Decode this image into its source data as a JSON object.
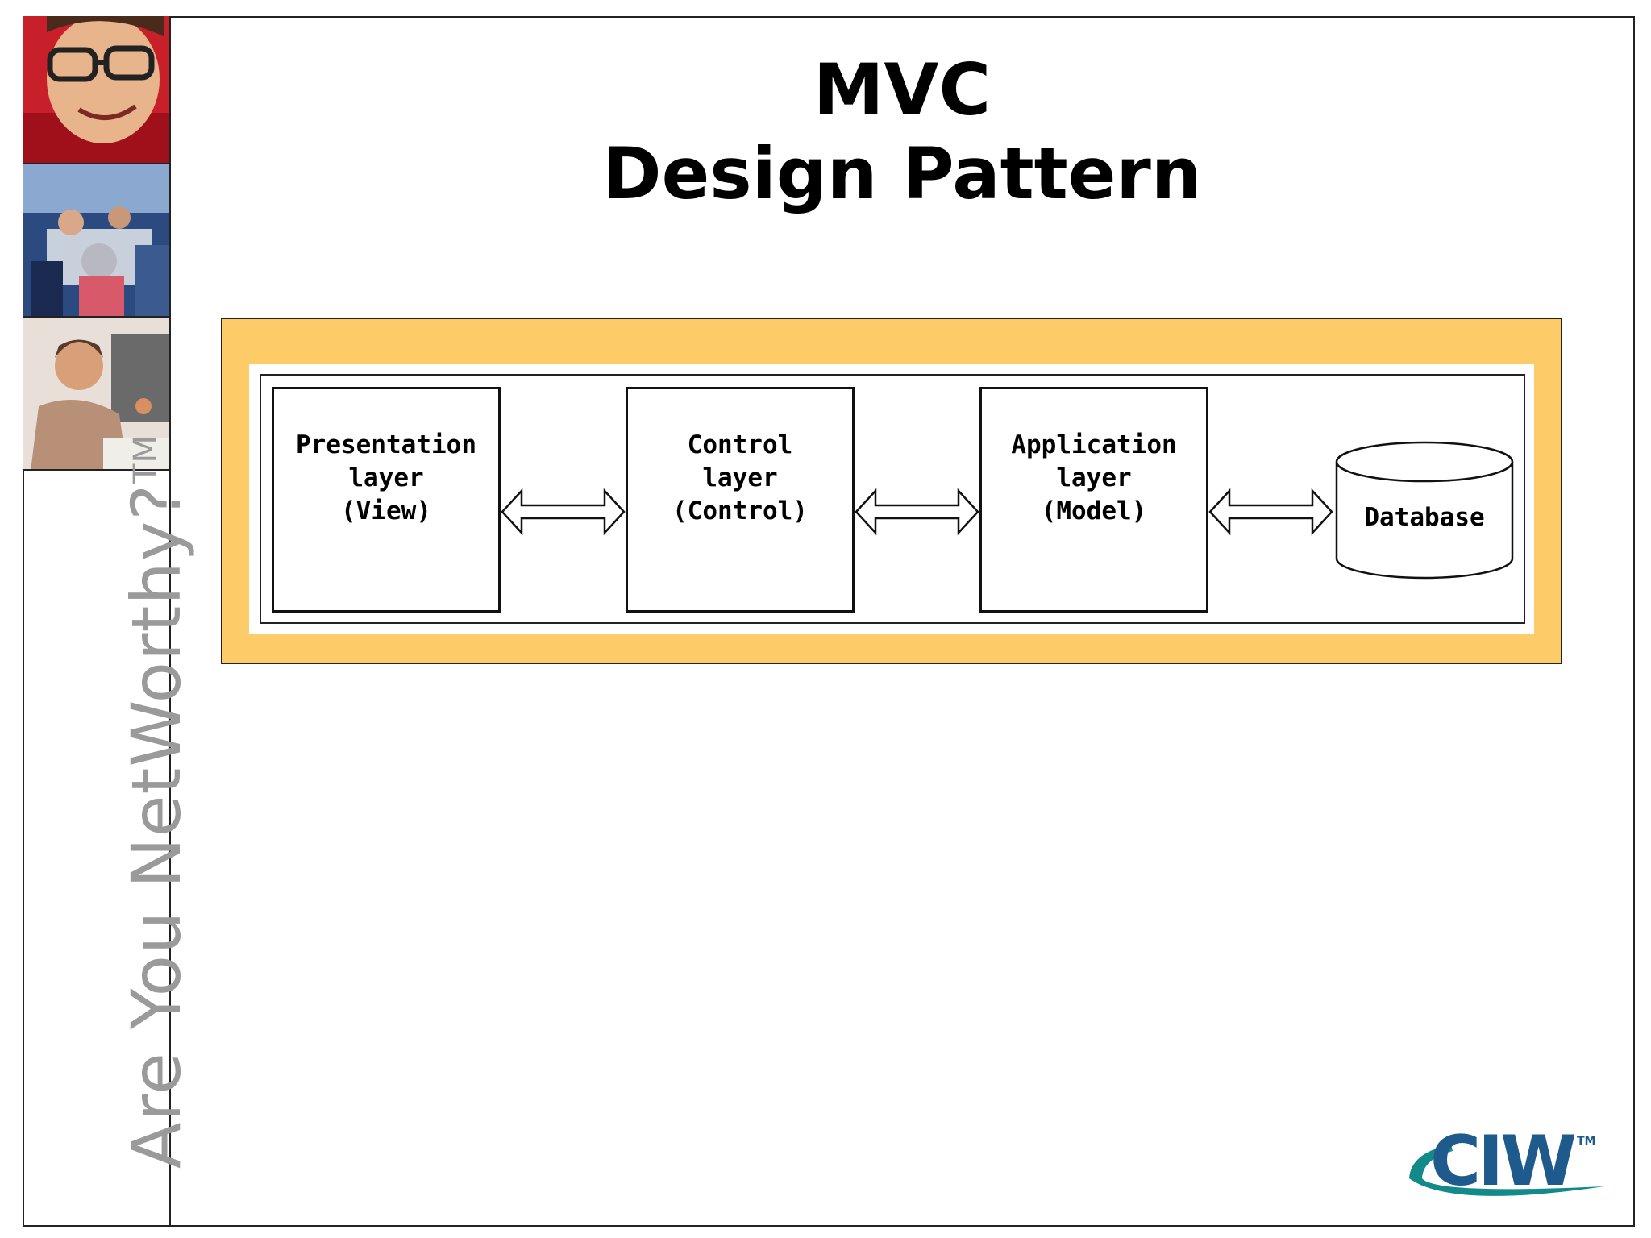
{
  "slide": {
    "title_line1": "MVC",
    "title_line2": "Design Pattern",
    "tagline": "Are You NetWorthy?",
    "tagline_mark": "TM"
  },
  "diagram": {
    "layers": [
      {
        "line1": "Presentation",
        "line2": "layer",
        "line3": "(View)"
      },
      {
        "line1": "Control",
        "line2": "layer",
        "line3": "(Control)"
      },
      {
        "line1": "Application",
        "line2": "layer",
        "line3": "(Model)"
      }
    ],
    "database_label": "Database"
  },
  "logo": {
    "text": "CIW",
    "mark": "TM"
  },
  "colors": {
    "panel_fill": "#fecb69",
    "logo_blue": "#1f5a8c",
    "logo_teal": "#138a8a",
    "tagline_gray": "#9a9a9a"
  },
  "sidebar_photos": [
    {
      "icon": "person-with-glasses-photo"
    },
    {
      "icon": "group-meeting-photo"
    },
    {
      "icon": "woman-at-desk-photo"
    }
  ]
}
